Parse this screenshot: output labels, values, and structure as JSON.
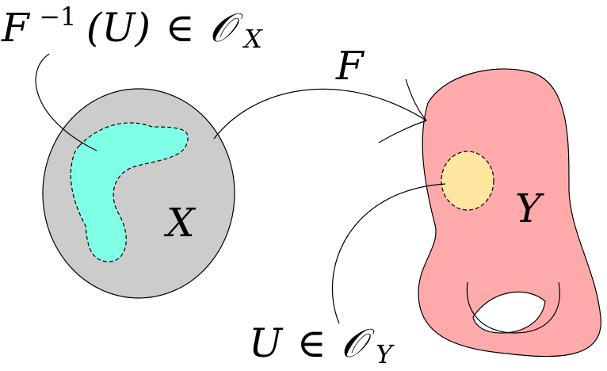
{
  "labels": {
    "preimage": {
      "F": "F",
      "sup": "−1",
      "arg": "(U)",
      "in": "∈",
      "O": "𝒪",
      "sub": "X"
    },
    "map": "F",
    "space_x": "X",
    "space_y": "Y",
    "open_set": {
      "U": "U",
      "in": "∈",
      "O": "𝒪",
      "sub": "Y"
    }
  },
  "colors": {
    "space_x_fill": "#cccccc",
    "preimage_fill": "#7fffe6",
    "space_y_fill": "#ffaaaa",
    "open_set_fill": "#ffe6a0",
    "hole_fill": "#ffffff",
    "stroke": "#000000"
  }
}
